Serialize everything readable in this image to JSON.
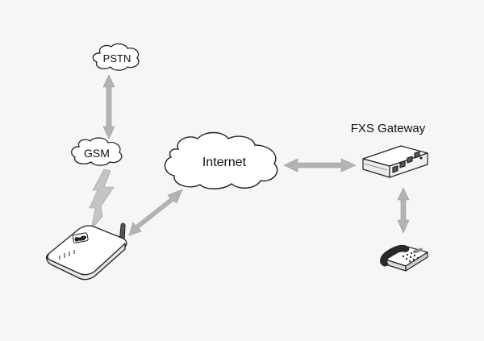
{
  "nodes": {
    "pstn": {
      "label": "PSTN"
    },
    "gsm": {
      "label": "GSM"
    },
    "internet": {
      "label": "Internet"
    },
    "fxs_gateway": {
      "label": "FXS Gateway"
    },
    "gsm_gateway": {
      "badge": "GoIP"
    }
  },
  "colors": {
    "background": "#f6f6f6",
    "arrow": "#b3b3b3",
    "line": "#222222",
    "fill": "#ffffff"
  }
}
